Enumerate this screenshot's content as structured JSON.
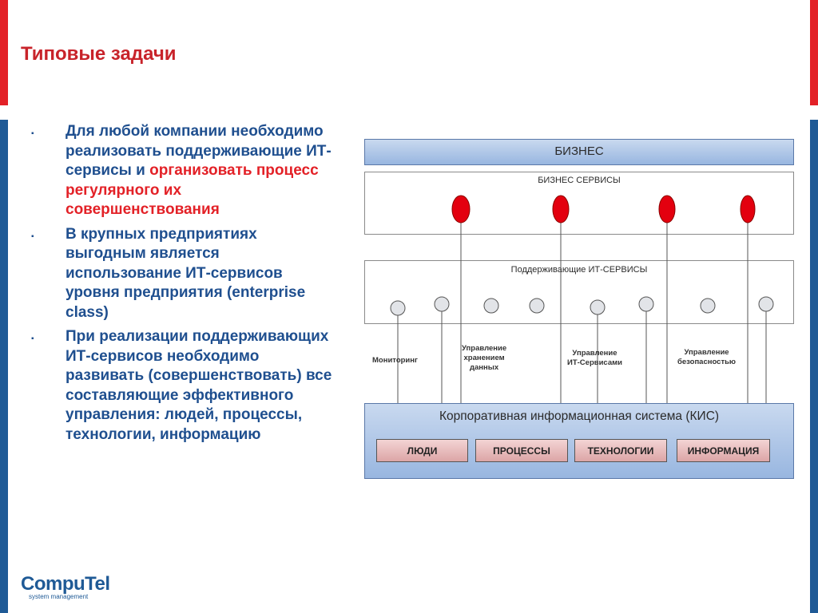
{
  "slide": {
    "title": "Типовые задачи",
    "bullets": [
      {
        "parts": [
          {
            "text": "Для любой компании необходимо реализовать поддерживающие ИТ-сервисы и ",
            "accent": false
          },
          {
            "text": "организовать процесс регулярного их совершенствования",
            "accent": true
          }
        ]
      },
      {
        "parts": [
          {
            "text": "В крупных предприятиях выгодным является использование ИТ-сервисов уровня предприятия (enterprise class)",
            "accent": false
          }
        ]
      },
      {
        "parts": [
          {
            "text": "При реализации поддерживающих ИТ-сервисов необходимо развивать (совершенствовать) все составляющие эффективного управления: людей, процессы, технологии, информацию",
            "accent": false
          }
        ]
      }
    ]
  },
  "diagram": {
    "business": "БИЗНЕС",
    "business_services": "БИЗНЕС СЕРВИСЫ",
    "it_services": "Поддерживающие ИТ-СЕРВИСЫ",
    "kis": "Корпоративная информационная система (КИС)",
    "components": [
      "ЛЮДИ",
      "ПРОЦЕССЫ",
      "ТЕХНОЛОГИИ",
      "ИНФОРМАЦИЯ"
    ],
    "service_labels": {
      "monitoring": "Мониторинг",
      "storage": "Управление\nхранением\nданных",
      "it_services": "Управление\nИТ-Сервисами",
      "security": "Управление\nбезопасностью"
    }
  },
  "colors": {
    "title_red": "#c8232a",
    "text_blue": "#1f4f8f",
    "bar_red": "#e32127",
    "bar_blue": "#1f5a96"
  },
  "logo": {
    "name": "CompuTel",
    "tagline": "system management"
  }
}
